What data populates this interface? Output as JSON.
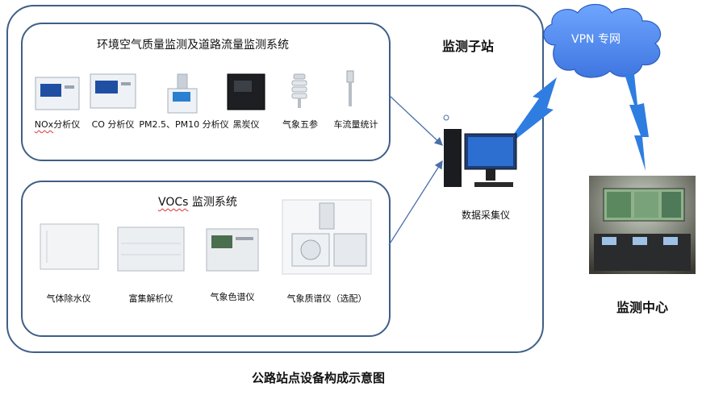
{
  "substation": {
    "title": "监测子站",
    "env_system": {
      "title": "环境空气质量监测及道路流量监测系统",
      "devices": [
        {
          "prefix": "NOx",
          "rest": "分析仪",
          "icon": "nox-analyzer-icon"
        },
        {
          "prefix": "",
          "rest": "CO 分析仪",
          "icon": "co-analyzer-icon"
        },
        {
          "prefix": "",
          "rest": "PM2.5、PM10 分析仪",
          "icon": "pm-analyzer-icon"
        },
        {
          "prefix": "",
          "rest": "黑炭仪",
          "icon": "black-carbon-meter-icon"
        },
        {
          "prefix": "",
          "rest": "气象五参",
          "icon": "weather-station-icon"
        },
        {
          "prefix": "",
          "rest": "车流量统计",
          "icon": "traffic-counter-icon"
        }
      ]
    },
    "voc_system": {
      "title_prefix": "VOCs",
      "title_rest": " 监测系统",
      "devices": [
        {
          "label": "气体除水仪",
          "icon": "gas-dehumidifier-icon"
        },
        {
          "label": "富集解析仪",
          "icon": "enrichment-desorber-icon"
        },
        {
          "label": "气象色谱仪",
          "icon": "gas-chromatograph-icon"
        },
        {
          "label": "气象质谱仪（选配）",
          "icon": "mass-spectrometer-icon"
        }
      ]
    },
    "collector": {
      "label": "数据采集仪",
      "icon": "computer-icon"
    }
  },
  "network": {
    "label": "VPN 专网",
    "icon": "cloud-icon"
  },
  "center": {
    "label": "监测中心",
    "icon": "control-room-icon"
  },
  "caption": "公路站点设备构成示意图"
}
